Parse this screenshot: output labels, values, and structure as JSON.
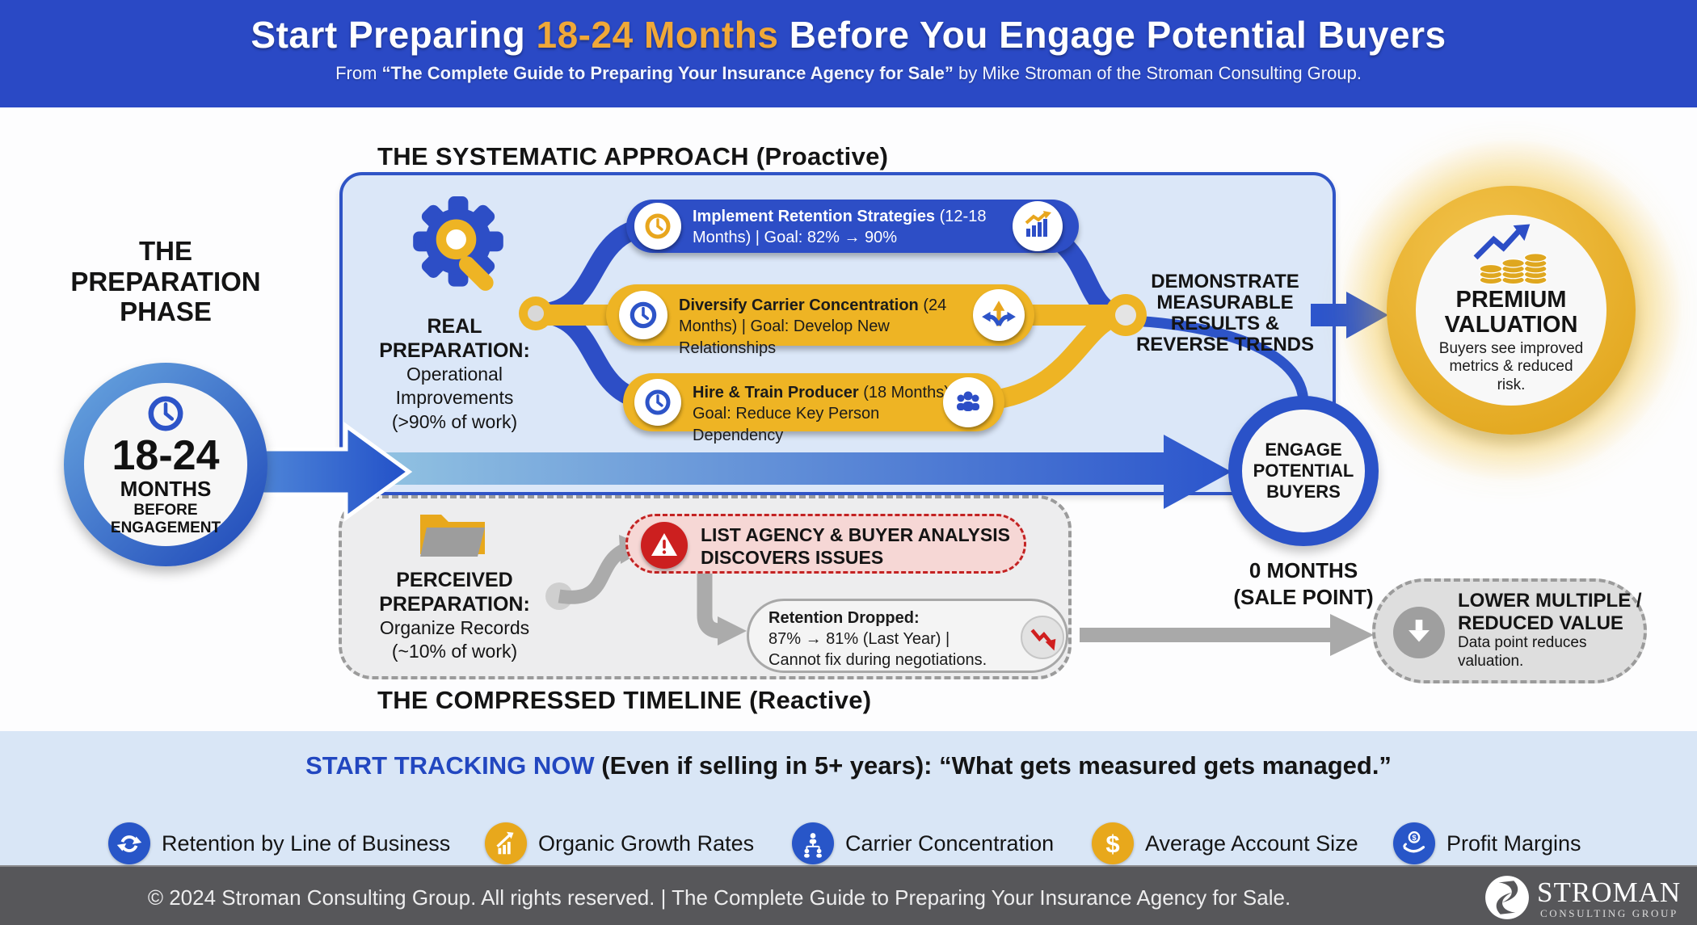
{
  "colors": {
    "header_blue": "#2a49c5",
    "accent_gold": "#eeb424",
    "title_highlight_gold": "#f0a838",
    "pill_blue": "#2d4ec6",
    "panel_light_blue": "#dbe7f8",
    "alert_red": "#c42020",
    "tracking_bar_blue": "#d9e6f6",
    "tracking_link_blue": "#2247c0",
    "footer_gray": "#57575a"
  },
  "header": {
    "title_pre": "Start Preparing ",
    "title_highlight": "18-24 Months",
    "title_post": " Before You Engage Potential Buyers",
    "subtitle_pre": "From ",
    "subtitle_bold": "“The Complete Guide to Preparing Your Insurance Agency for Sale”",
    "subtitle_post": " by Mike Stroman of the Stroman Consulting Group."
  },
  "preparation": {
    "title_line1": "THE",
    "title_line2": "PREPARATION",
    "title_line3": "PHASE",
    "circle_value": "18-24",
    "circle_unit": "MONTHS",
    "circle_line3": "BEFORE",
    "circle_line4": "ENGAGEMENT"
  },
  "systematic": {
    "heading": "THE SYSTEMATIC APPROACH (Proactive)",
    "real_prep_title1": "REAL",
    "real_prep_title2": "PREPARATION:",
    "real_prep_line1": "Operational",
    "real_prep_line2": "Improvements",
    "real_prep_line3": "(>90% of work)",
    "pills": [
      {
        "title": "Implement Retention Strategies",
        "detail": "(12-18 Months) | Goal: 82% → 90%"
      },
      {
        "title": "Diversify Carrier Concentration",
        "detail": "(24 Months) | Goal: Develop New Relationships"
      },
      {
        "title": "Hire & Train Producer",
        "detail": "(18 Months) | Goal: Reduce Key Person Dependency"
      }
    ]
  },
  "results": {
    "demonstrate_line1": "DEMONSTRATE",
    "demonstrate_line2": "MEASURABLE",
    "demonstrate_line3": "RESULTS &",
    "demonstrate_line4": "REVERSE TRENDS",
    "premium_title1": "PREMIUM",
    "premium_title2": "VALUATION",
    "premium_desc1": "Buyers see improved",
    "premium_desc2": "metrics & reduced",
    "premium_desc3": "risk.",
    "engage_line1": "ENGAGE",
    "engage_line2": "POTENTIAL",
    "engage_line3": "BUYERS",
    "sale_point_line1": "0 MONTHS",
    "sale_point_line2": "(SALE POINT)"
  },
  "compressed": {
    "heading": "THE COMPRESSED TIMELINE (Reactive)",
    "perceived_title1": "PERCEIVED",
    "perceived_title2": "PREPARATION:",
    "perceived_line1": "Organize Records",
    "perceived_line2": "(~10% of work)",
    "alert_line1": "LIST AGENCY & BUYER ANALYSIS",
    "alert_line2": "DISCOVERS ISSUES",
    "retention_title": "Retention Dropped:",
    "retention_line2": "87% → 81% (Last Year) |",
    "retention_line3": "Cannot fix during negotiations.",
    "outcome_title1": "LOWER MULTIPLE /",
    "outcome_title2": "REDUCED VALUE",
    "outcome_desc1": "Data point reduces",
    "outcome_desc2": "valuation."
  },
  "tracking": {
    "headline_highlight": "START TRACKING NOW",
    "headline_rest": " (Even if selling in 5+ years): “What gets measured gets managed.”",
    "metrics": [
      {
        "label": "Retention by Line of Business",
        "icon": "refresh-cycle-icon"
      },
      {
        "label": "Organic Growth Rates",
        "icon": "growth-chart-icon"
      },
      {
        "label": "Carrier Concentration",
        "icon": "org-hierarchy-icon"
      },
      {
        "label": "Average Account Size",
        "icon": "dollar-icon"
      },
      {
        "label": "Profit Margins",
        "icon": "hand-coin-icon"
      }
    ]
  },
  "footer": {
    "text": "© 2024 Stroman Consulting Group. All rights reserved. | The Complete Guide to Preparing Your Insurance Agency for Sale.",
    "logo_name": "STROMAN",
    "logo_sub": "CONSULTING GROUP"
  }
}
